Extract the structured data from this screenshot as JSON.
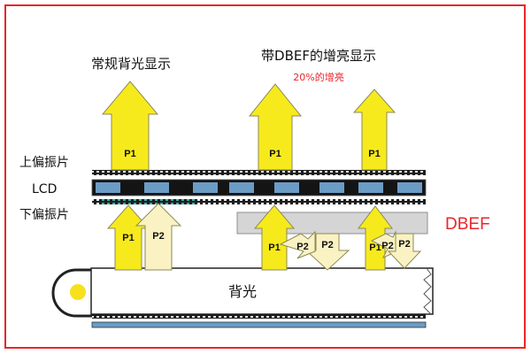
{
  "titles": {
    "conventional": "常规背光显示",
    "with_dbef": "带DBEF的增亮显示",
    "gain": "20%的增亮"
  },
  "layers": {
    "upper_polarizer": "上偏振片",
    "lcd": "LCD",
    "lower_polarizer": "下偏振片",
    "dbef": "DBEF",
    "backlight": "背光"
  },
  "beams": {
    "p1": "P1",
    "p2": "P2"
  },
  "colors": {
    "frame": "#e8262b",
    "p1_fill": "#f7ea1c",
    "p2_fill": "#faf2c2",
    "arrow_stroke": "#8c8a5a",
    "lcd_cell": "#6b9cc6",
    "lcd_black": "#141414",
    "polarizer_dots": "#2bb3a8",
    "dbef_film": "#d5d5d5",
    "accent_red": "#e8262b"
  }
}
